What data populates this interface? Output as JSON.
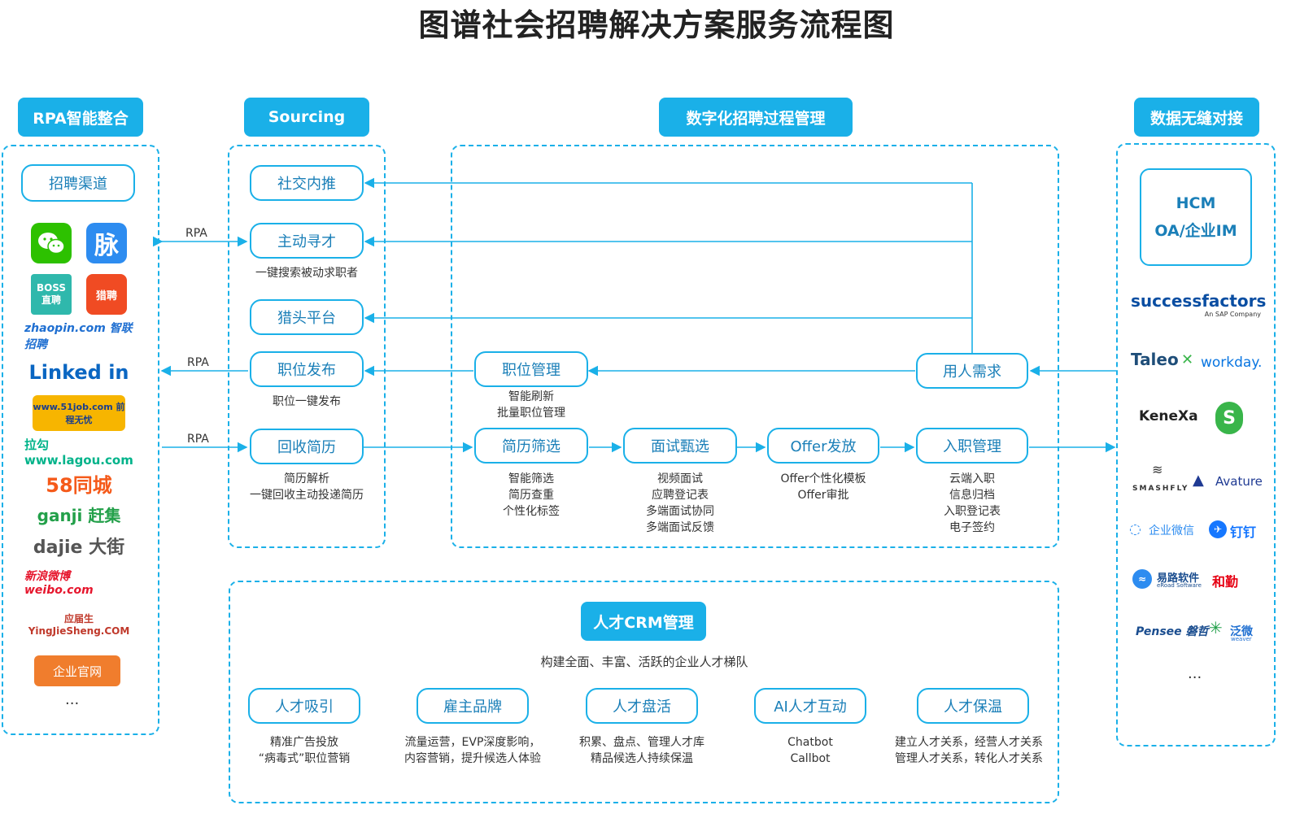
{
  "title": "图谱社会招聘解决方案服务流程图",
  "headers": {
    "rpa": "RPA智能整合",
    "sourcing": "Sourcing",
    "digital": "数字化招聘过程管理",
    "data": "数据无缝对接",
    "crm": "人才CRM管理"
  },
  "channels": {
    "label": "招聘渠道",
    "logos": [
      {
        "name": "wechat",
        "text": "",
        "icon": "chat-bubble",
        "color": "#2dc100"
      },
      {
        "name": "maimai",
        "text": "脉",
        "color": "#2d8cf0"
      },
      {
        "name": "boss",
        "text": "BOSS 直聘",
        "color": "#2fb8ac"
      },
      {
        "name": "liepin",
        "text": "猎聘",
        "color": "#f04b23"
      },
      {
        "name": "zhaopin",
        "text": "zhaopin.com 智联招聘",
        "color": "#1f6fd1"
      },
      {
        "name": "linkedin",
        "text": "Linked in",
        "color": "#0a66c2"
      },
      {
        "name": "51job",
        "text": "www.51job.com 前程无忧",
        "color": "#f7b500"
      },
      {
        "name": "lagou",
        "text": "拉勾 www.lagou.com",
        "color": "#00b38a"
      },
      {
        "name": "58",
        "text": "58同城",
        "color": "#f55a1a"
      },
      {
        "name": "ganji",
        "text": "ganji 赶集",
        "color": "#23a04a"
      },
      {
        "name": "dajie",
        "text": "dajie 大街",
        "color": "#555555"
      },
      {
        "name": "weibo",
        "text": "新浪微博 weibo.com",
        "color": "#e6162d"
      },
      {
        "name": "yingjiesheng",
        "text": "应届生 YingJieSheng.COM",
        "color": "#c0392b"
      }
    ],
    "official_site": "企业官网",
    "more": "..."
  },
  "rpa_labels": [
    "RPA",
    "RPA",
    "RPA"
  ],
  "sourcing": {
    "nodes": [
      {
        "label": "社交内推",
        "desc": ""
      },
      {
        "label": "主动寻才",
        "desc": "一键搜索被动求职者"
      },
      {
        "label": "猎头平台",
        "desc": ""
      },
      {
        "label": "职位发布",
        "desc": "职位一键发布"
      },
      {
        "label": "回收简历",
        "desc": "简历解析\n一键回收主动投递简历"
      }
    ]
  },
  "process": {
    "job_mgmt": {
      "label": "职位管理",
      "desc": "智能刷新\n批量职位管理"
    },
    "demand": {
      "label": "用人需求"
    },
    "flow": [
      {
        "label": "简历筛选",
        "desc": "智能筛选\n简历查重\n个性化标签"
      },
      {
        "label": "面试甄选",
        "desc": "视频面试\n应聘登记表\n多端面试协同\n多端面试反馈"
      },
      {
        "label": "Offer发放",
        "desc": "Offer个性化模板\nOffer审批"
      },
      {
        "label": "入职管理",
        "desc": "云端入职\n信息归档\n入职登记表\n电子签约"
      }
    ]
  },
  "integration": {
    "hcm_line1": "HCM",
    "hcm_line2": "OA/企业IM",
    "logos": [
      {
        "name": "successfactors",
        "text": "successfactors",
        "sub": "An SAP Company",
        "color": "#0a4ea2"
      },
      {
        "name": "taleo",
        "text": "Taleo",
        "color": "#1f4e79"
      },
      {
        "name": "workday",
        "text": "workday.",
        "color": "#0875e1"
      },
      {
        "name": "kenexa",
        "text": "KeneXa",
        "color": "#222222"
      },
      {
        "name": "s-logo",
        "text": "S",
        "color": "#39b54a"
      },
      {
        "name": "smashfly",
        "text": "SMASHFLY",
        "color": "#333333"
      },
      {
        "name": "avature",
        "text": "Avature",
        "color": "#1f3a93"
      },
      {
        "name": "wecom",
        "text": "企业微信",
        "color": "#2d8cf0"
      },
      {
        "name": "dingtalk",
        "text": "钉钉",
        "color": "#1677ff"
      },
      {
        "name": "eroad",
        "text": "易路软件",
        "sub": "eRoad Software",
        "color": "#1a4d8f"
      },
      {
        "name": "heqin",
        "text": "和勤",
        "color": "#e60012"
      },
      {
        "name": "pensee",
        "text": "Pensee 磐哲",
        "color": "#1a4d8f"
      },
      {
        "name": "weaver",
        "text": "泛微",
        "sub": "weaver",
        "color": "#1f6fd1"
      }
    ],
    "more": "..."
  },
  "crm": {
    "subtitle": "构建全面、丰富、活跃的企业人才梯队",
    "items": [
      {
        "label": "人才吸引",
        "desc": "精准广告投放\n“病毒式”职位营销"
      },
      {
        "label": "雇主品牌",
        "desc": "流量运营，EVP深度影响，\n内容营销，提升候选人体验"
      },
      {
        "label": "人才盘活",
        "desc": "积累、盘点、管理人才库\n精品候选人持续保温"
      },
      {
        "label": "AI人才互动",
        "desc": "Chatbot\nCallbot"
      },
      {
        "label": "人才保温",
        "desc": "建立人才关系，经营人才关系\n管理人才关系，转化人才关系"
      }
    ]
  },
  "colors": {
    "accent": "#1ab0e8",
    "node_text": "#1a7fb8",
    "official": "#f07d2d"
  }
}
